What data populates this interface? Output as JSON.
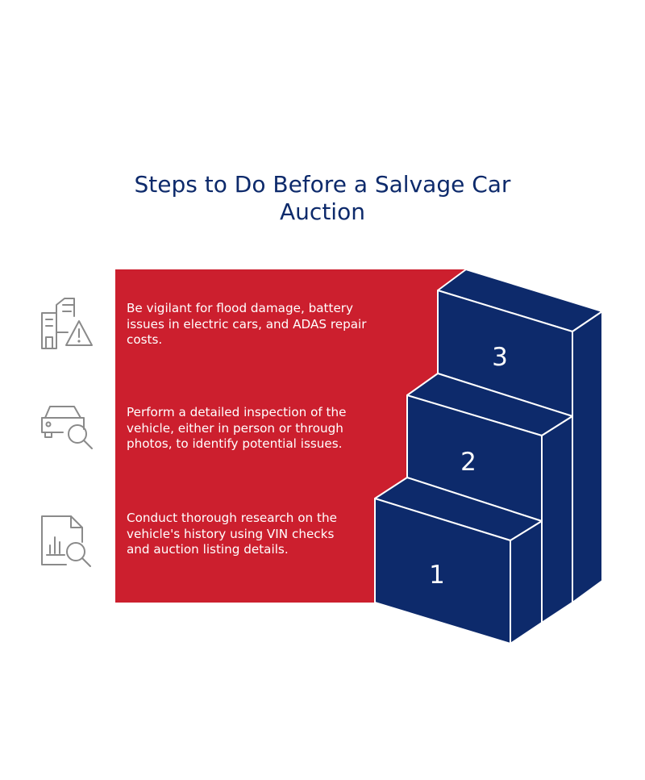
{
  "title": {
    "line1": "Steps to Do Before a Salvage Car",
    "line2": "Auction"
  },
  "colors": {
    "red": "#cc1f2e",
    "navy": "#0d2a6b",
    "step_text": "#ffffff",
    "icon_gray": "#8a8a8a"
  },
  "steps": [
    {
      "number": "3",
      "icon": "building-warning-icon",
      "text": "Be vigilant for flood damage, battery issues in electric cars, and ADAS repair costs."
    },
    {
      "number": "2",
      "icon": "car-search-icon",
      "text": "Perform a detailed inspection of the vehicle, either in person or through photos, to identify potential issues."
    },
    {
      "number": "1",
      "icon": "document-chart-search-icon",
      "text": "Conduct thorough research on the vehicle's history using VIN checks and auction listing details."
    }
  ]
}
